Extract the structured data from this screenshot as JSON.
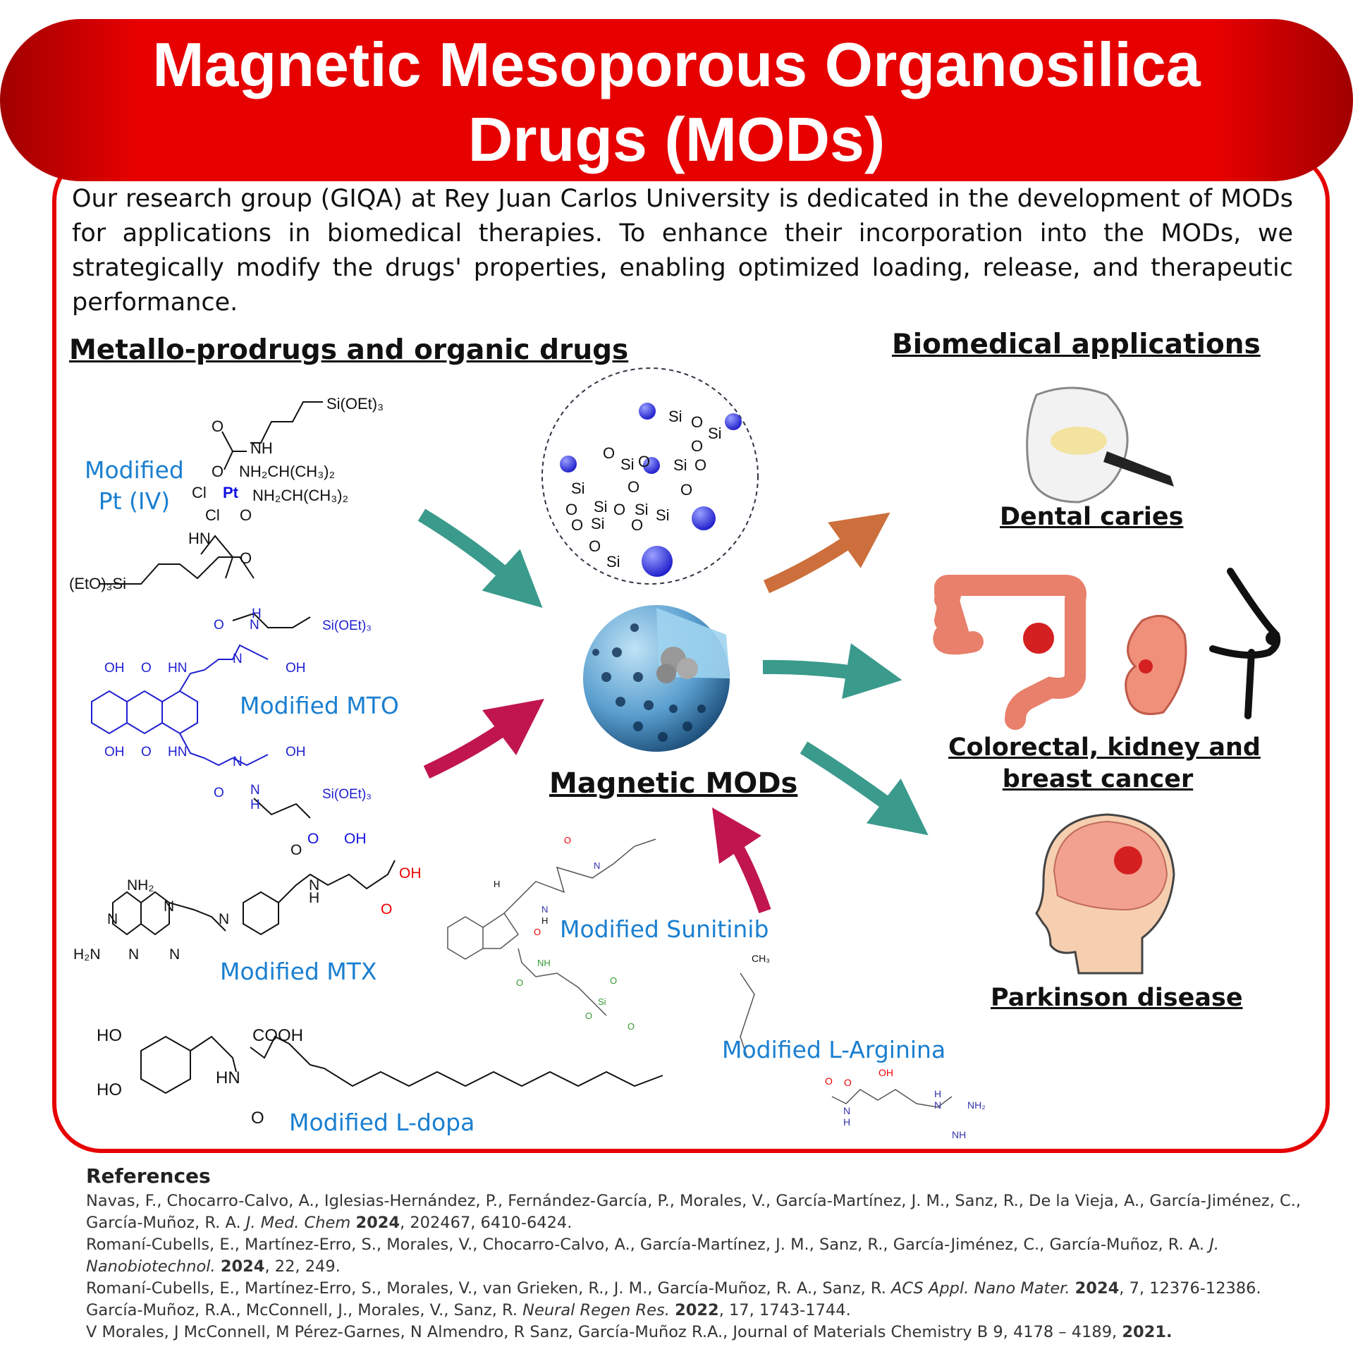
{
  "title": {
    "line1": "Magnetic Mesoporous Organosilica",
    "line2": "Drugs (MODs)"
  },
  "intro": "Our research group (GIQA) at Rey Juan Carlos University is dedicated in the development of MODs for applications in biomedical therapies. To enhance their incorporation into the MODs, we strategically modify the drugs' properties, enabling optimized loading, release, and therapeutic performance.",
  "headings": {
    "drugs": "Metallo-prodrugs and organic drugs",
    "applications": "Biomedical applications",
    "center": "Magnetic MODs"
  },
  "drug_labels": {
    "pt": "Modified\nPt (IV)",
    "mto": "Modified MTO",
    "mtx": "Modified MTX",
    "sunitinib": "Modified Sunitinib",
    "arginina": "Modified L-Arginina",
    "ldopa": "Modified L-dopa"
  },
  "applications": {
    "dental": "Dental caries",
    "cancer_line1": "Colorectal, kidney  and",
    "cancer_line2": "breast cancer",
    "parkinson": "Parkinson disease"
  },
  "structures": {
    "pt": [
      "Si(OEt)₃",
      "O",
      "NH",
      "O",
      "NH₂CH(CH₃)₂",
      "Cl",
      "Pt",
      "NH₂CH(CH₃)₂",
      "Cl",
      "O",
      "HN",
      "O",
      "(EtO)₃Si"
    ],
    "mto": [
      "H",
      "N",
      "O",
      "Si(OEt)₃",
      "OH",
      "O",
      "HN",
      "N",
      "OH",
      "OH",
      "O",
      "HN",
      "N",
      "OH",
      "O",
      "N",
      "H",
      "Si(OEt)₃"
    ],
    "mtx": [
      "NH₂",
      "N",
      "N",
      "N",
      "N",
      "H₂N",
      "N",
      "O",
      "O",
      "OH",
      "N",
      "H",
      "OH",
      "O"
    ],
    "ldopa": [
      "HO",
      "COOH",
      "HN",
      "HO",
      "O"
    ],
    "sunitinib": [
      "O",
      "N",
      "H",
      "N",
      "H",
      "O",
      "O",
      "NH",
      "Si",
      "O",
      "O",
      "O"
    ],
    "arginina": [
      "CH₃",
      "O",
      "OH",
      "O",
      "N",
      "H",
      "H",
      "N",
      "NH₂",
      "NH"
    ],
    "silica": [
      "Si",
      "O",
      "Si",
      "O",
      "O",
      "Si",
      "O",
      "Si",
      "O",
      "Si",
      "O",
      "O",
      "Si",
      "O",
      "Si",
      "O",
      "Si",
      "O",
      "O",
      "Si",
      "O",
      "Si"
    ]
  },
  "references": {
    "heading": "References",
    "items": [
      {
        "authors": "Navas, F., Chocarro-Calvo, A., Iglesias-Hernández, P., Fernández-García, P., Morales, V., García-Martínez, J. M., Sanz, R., De la Vieja, A., García-Jiménez, C., García-Muñoz, R. A. ",
        "journal": "J. Med. Chem",
        "year": "2024",
        "rest": ", 202467, 6410-6424."
      },
      {
        "authors": "Romaní-Cubells, E., Martínez-Erro, S., Morales, V., Chocarro-Calvo, A., García-Martínez, J. M., Sanz, R., García-Jiménez, C., García-Muñoz, R. A. ",
        "journal": "J. Nanobiotechnol.",
        "year": "2024",
        "rest": ", 22, 249."
      },
      {
        "authors": "Romaní-Cubells, E., Martínez-Erro, S., Morales, V., van Grieken, R., J. M., García-Muñoz, R. A., Sanz, R. ",
        "journal": "ACS Appl. Nano Mater.",
        "year": "2024",
        "rest": ", 7, 12376-12386."
      },
      {
        "authors": "García-Muñoz, R.A., McConnell, J., Morales, V., Sanz, R. ",
        "journal": "Neural Regen Res.",
        "year": "2022",
        "rest": ", 17, 1743-1744."
      },
      {
        "authors": "V Morales, J McConnell, M Pérez-Garnes, N Almendro, R Sanz, García-Muñoz R.A., Journal of Materials Chemistry B 9, 4178 – 4189, ",
        "journal": "",
        "year": "2021.",
        "rest": ""
      }
    ]
  },
  "colors": {
    "red": "#e60000",
    "teal": "#3a9a8c",
    "magenta": "#c0154f",
    "orange": "#cd6f3c",
    "label_blue": "#1a7fd0"
  }
}
